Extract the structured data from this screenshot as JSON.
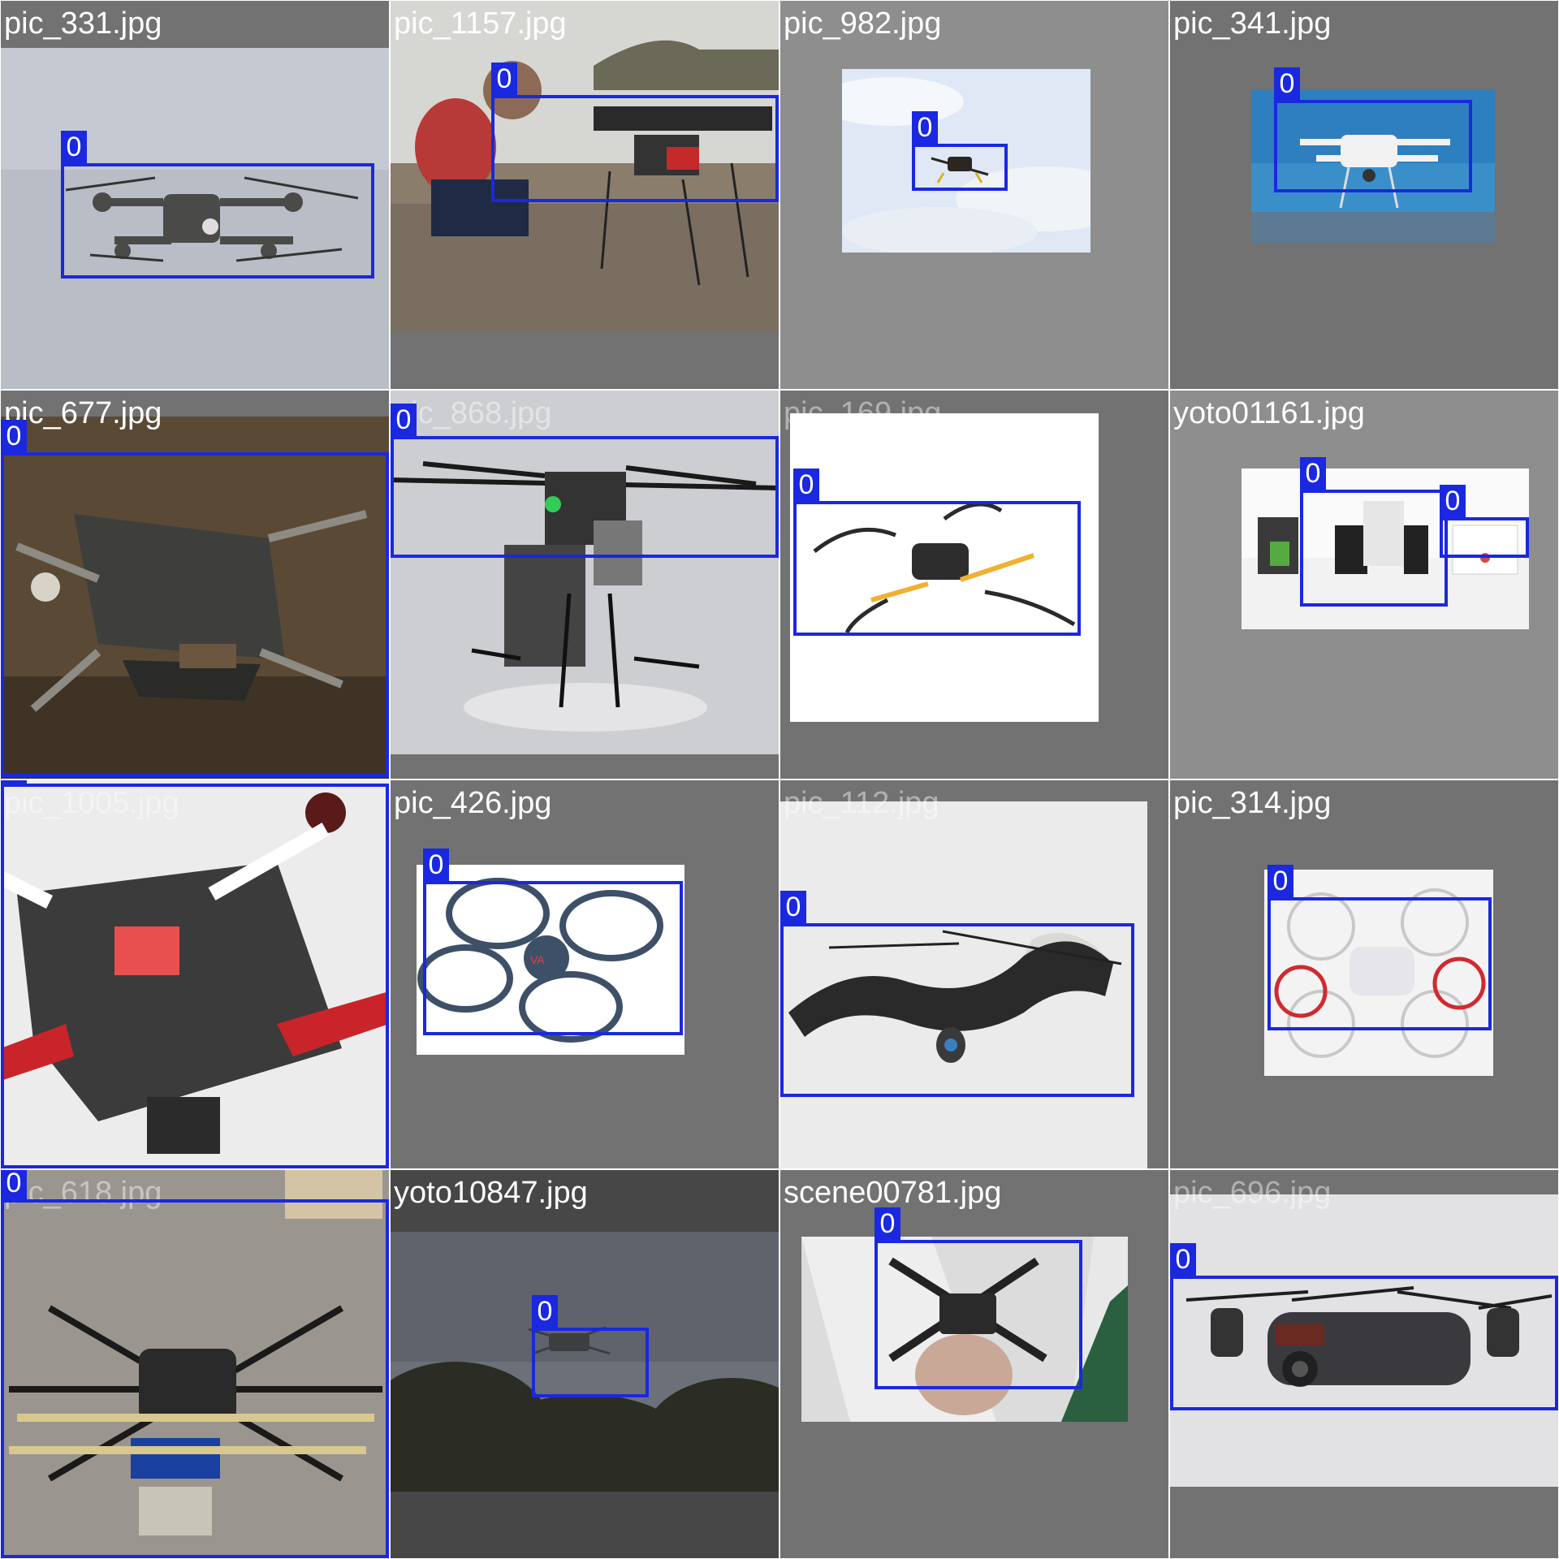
{
  "tiles": [
    {
      "filename": "pic_331.jpg",
      "class_label": "0"
    },
    {
      "filename": "pic_1157.jpg",
      "class_label": "0"
    },
    {
      "filename": "pic_982.jpg",
      "class_label": "0"
    },
    {
      "filename": "pic_341.jpg",
      "class_label": "0"
    },
    {
      "filename": "pic_677.jpg",
      "class_label": "0"
    },
    {
      "filename": "pic_868.jpg",
      "class_label": "0"
    },
    {
      "filename": "pic_169.jpg",
      "class_label": "0"
    },
    {
      "filename": "yoto01161.jpg",
      "class_label": "0"
    },
    {
      "filename": "pic_1005.jpg",
      "class_label": "0"
    },
    {
      "filename": "pic_426.jpg",
      "class_label": "0"
    },
    {
      "filename": "pic_112.jpg",
      "class_label": "0"
    },
    {
      "filename": "pic_314.jpg",
      "class_label": "0"
    },
    {
      "filename": "pic_618.jpg",
      "class_label": "0"
    },
    {
      "filename": "yoto10847.jpg",
      "class_label": "0"
    },
    {
      "filename": "scene00781.jpg",
      "class_label": "0"
    },
    {
      "filename": "pic_696.jpg",
      "class_label": "0"
    }
  ],
  "colors": {
    "box": "#1a28e0",
    "letterbox": "#727272",
    "label_text": "#ffffff"
  }
}
